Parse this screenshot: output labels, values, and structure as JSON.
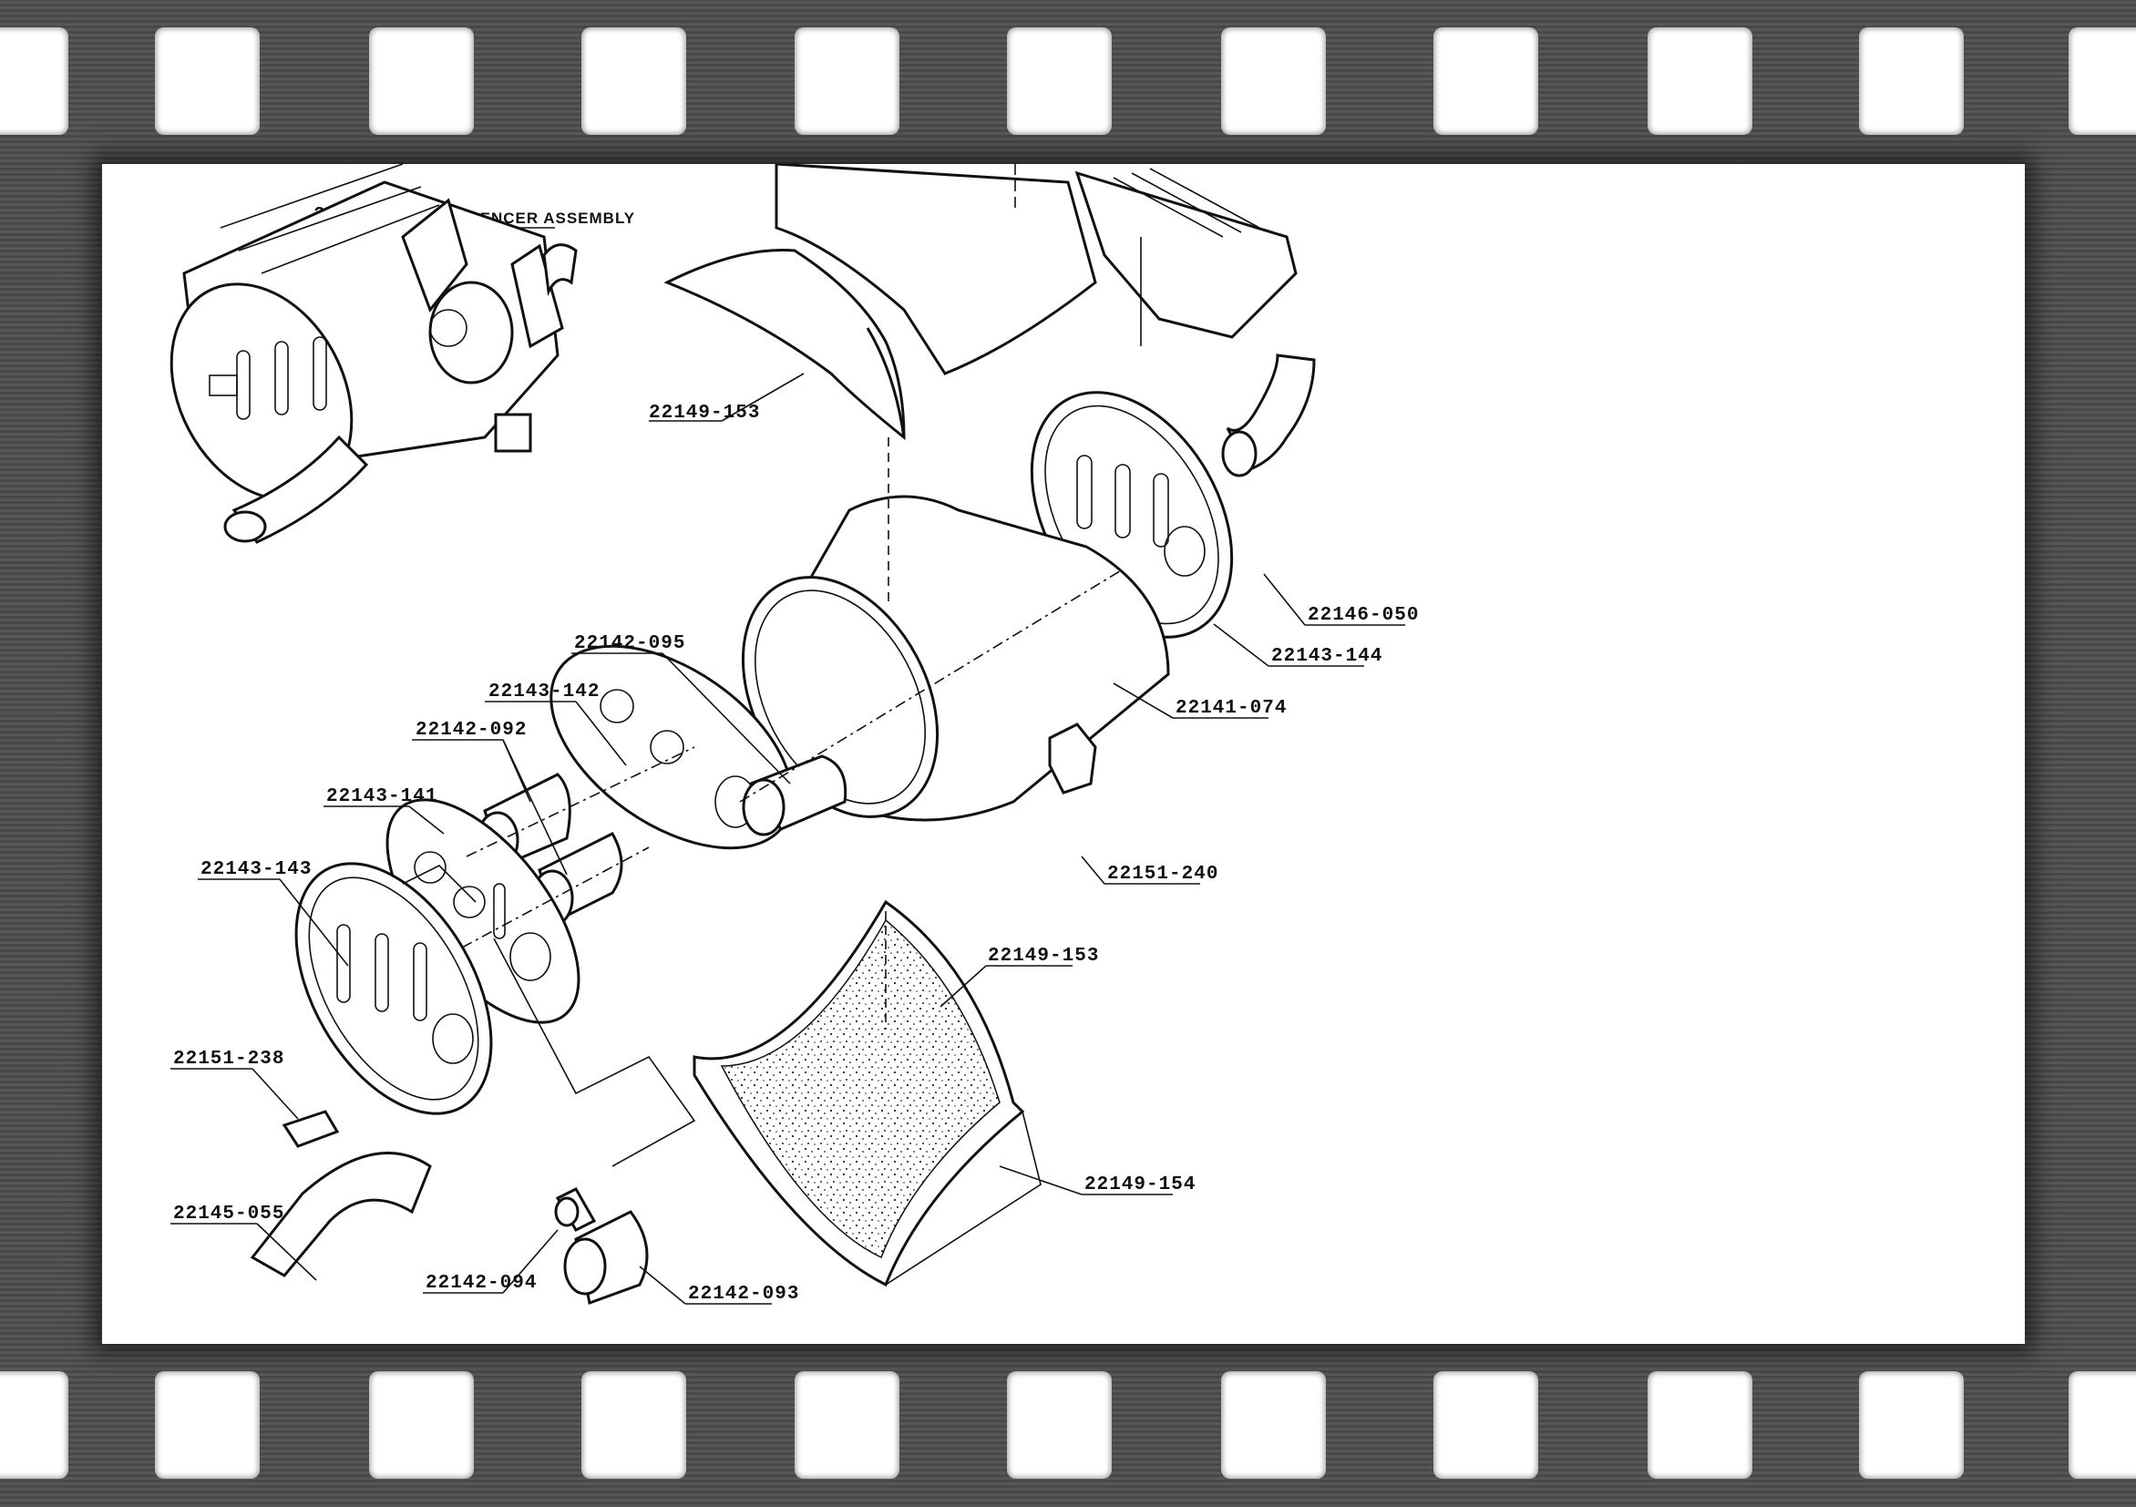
{
  "assembly": {
    "number": "22140-199",
    "title": "MAIN SILENCER ASSEMBLY"
  },
  "part_labels": {
    "p22149_153_top": "22149-153",
    "p22146_050": "22146-050",
    "p22143_144": "22143-144",
    "p22142_095": "22142-095",
    "p22141_074": "22141-074",
    "p22143_142": "22143-142",
    "p22142_092": "22142-092",
    "p22151_240": "22151-240",
    "p22143_141": "22143-141",
    "p22143_143": "22143-143",
    "p22149_153_bottom": "22149-153",
    "p22151_238": "22151-238",
    "p22149_154": "22149-154",
    "p22145_055": "22145-055",
    "p22142_094": "22142-094",
    "p22142_093": "22142-093"
  },
  "colors": {
    "film_background": "#3c3c3c",
    "drawing_paper": "#ffffff",
    "ink": "#111111"
  }
}
